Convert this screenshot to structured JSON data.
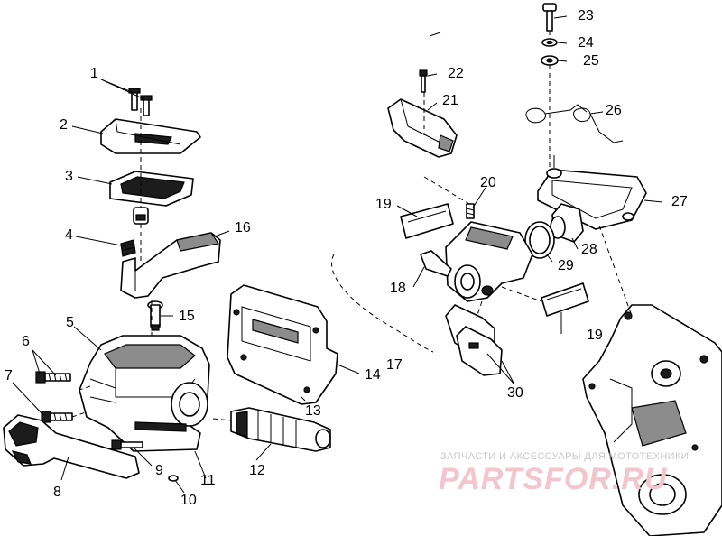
{
  "callouts": [
    "1",
    "2",
    "3",
    "4",
    "5",
    "6",
    "7",
    "8",
    "9",
    "10",
    "11",
    "12",
    "13",
    "14",
    "15",
    "16",
    "17",
    "18",
    "19",
    "19",
    "20",
    "21",
    "22",
    "23",
    "24",
    "25",
    "26",
    "27",
    "28",
    "29",
    "30"
  ],
  "watermark": {
    "caption": "ЗАПЧАСТИ И АКСЕССУАРЫ ДЛЯ МОТОТЕХНИКИ",
    "logo": "PARTSFOR.RU"
  },
  "colors": {
    "line": "#000000",
    "background": "#ffffff",
    "watermark_logo": "#f2c6cc",
    "watermark_caption": "#c9c9c9"
  }
}
